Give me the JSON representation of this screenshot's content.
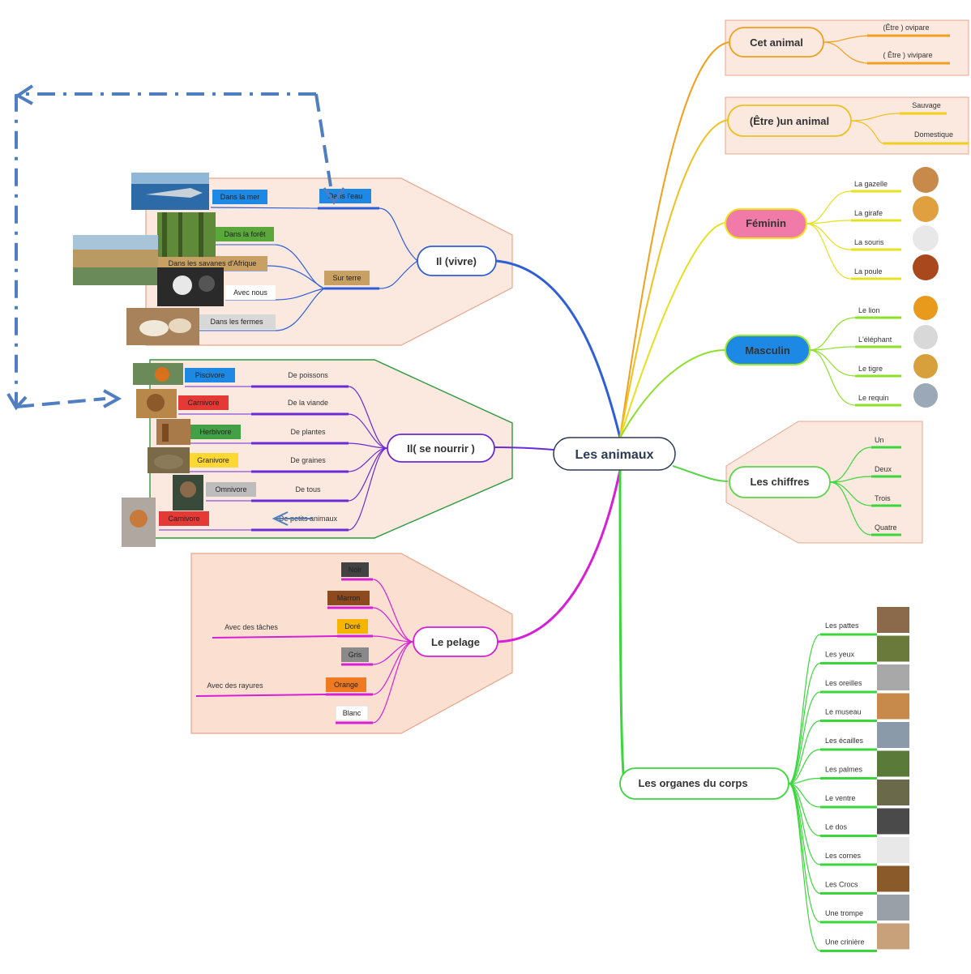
{
  "center": {
    "label": "Les animaux"
  },
  "colors": {
    "blue": "#2f5fd6",
    "purple": "#6a2bd6",
    "magenta": "#d61fd6",
    "green": "#3bd63b",
    "lime": "#9bea2a",
    "yellow": "#f0e21c",
    "orange": "#f0a01c",
    "panel": "#fbe8df",
    "panel_border": "#e8a58a",
    "connector": "#4f7fc0"
  },
  "vivre": {
    "label": "Il (vivre)",
    "mer": {
      "label": "Dans la mer"
    },
    "eau": {
      "label": "Dans l'eau"
    },
    "terre": {
      "label": "Sur terre"
    },
    "foret": {
      "label": "Dans la forêt"
    },
    "savanes": {
      "label": "Dans les savanes d'Afrique"
    },
    "avecnous": {
      "label": "Avec nous"
    },
    "fermes": {
      "label": "Dans les fermes"
    }
  },
  "nourrir": {
    "label": "Il( se nourrir )",
    "rows": [
      {
        "tag": "Piscivore",
        "label": "De poissons",
        "color": "#1e88e5"
      },
      {
        "tag": "Carnivore",
        "label": "De la viande",
        "color": "#e53935"
      },
      {
        "tag": "Herbivore",
        "label": "De plantes",
        "color": "#43a047"
      },
      {
        "tag": "Granivore",
        "label": "De graines",
        "color": "#fdd835"
      },
      {
        "tag": "Omnivore",
        "label": "De tous",
        "color": "#bdbdbd"
      },
      {
        "tag": "Carnivore",
        "label": "De petits animaux",
        "color": "#e53935"
      }
    ]
  },
  "pelage": {
    "label": "Le pelage",
    "rows": [
      {
        "tag": "Noir",
        "color": "#424242",
        "label": ""
      },
      {
        "tag": "Marron",
        "color": "#8d4a1e",
        "label": ""
      },
      {
        "tag": "Doré",
        "color": "#f5b400",
        "label": "Avec des tâches"
      },
      {
        "tag": "Gris",
        "color": "#8a8a8a",
        "label": ""
      },
      {
        "tag": "Orange",
        "color": "#f07a22",
        "label": "Avec des rayures"
      },
      {
        "tag": "Blanc",
        "color": "#ffffff",
        "label": ""
      }
    ]
  },
  "cet_animal": {
    "label": "Cet animal",
    "items": [
      "(Être ) ovipare",
      "( Être ) vivipare"
    ]
  },
  "etre_animal": {
    "label": "(Être )un animal",
    "items": [
      "Sauvage",
      "Domestique"
    ]
  },
  "feminin": {
    "label": "Féminin",
    "items": [
      "La gazelle",
      "La girafe",
      "La souris",
      "La poule"
    ]
  },
  "masculin": {
    "label": "Masculin",
    "items": [
      "Le lion",
      "L'éléphant",
      "Le tigre",
      "Le requin"
    ]
  },
  "chiffres": {
    "label": "Les chiffres",
    "items": [
      "Un",
      "Deux",
      "Trois",
      "Quatre"
    ]
  },
  "organes": {
    "label": "Les organes du corps",
    "items": [
      "Les pattes",
      "Les yeux",
      "Les oreilles",
      "Le museau",
      "Les écailles",
      "Les palmes",
      "Le ventre",
      "Le dos",
      "Les cornes",
      "Les Crocs",
      "Une trompe",
      "Une crinière"
    ]
  }
}
